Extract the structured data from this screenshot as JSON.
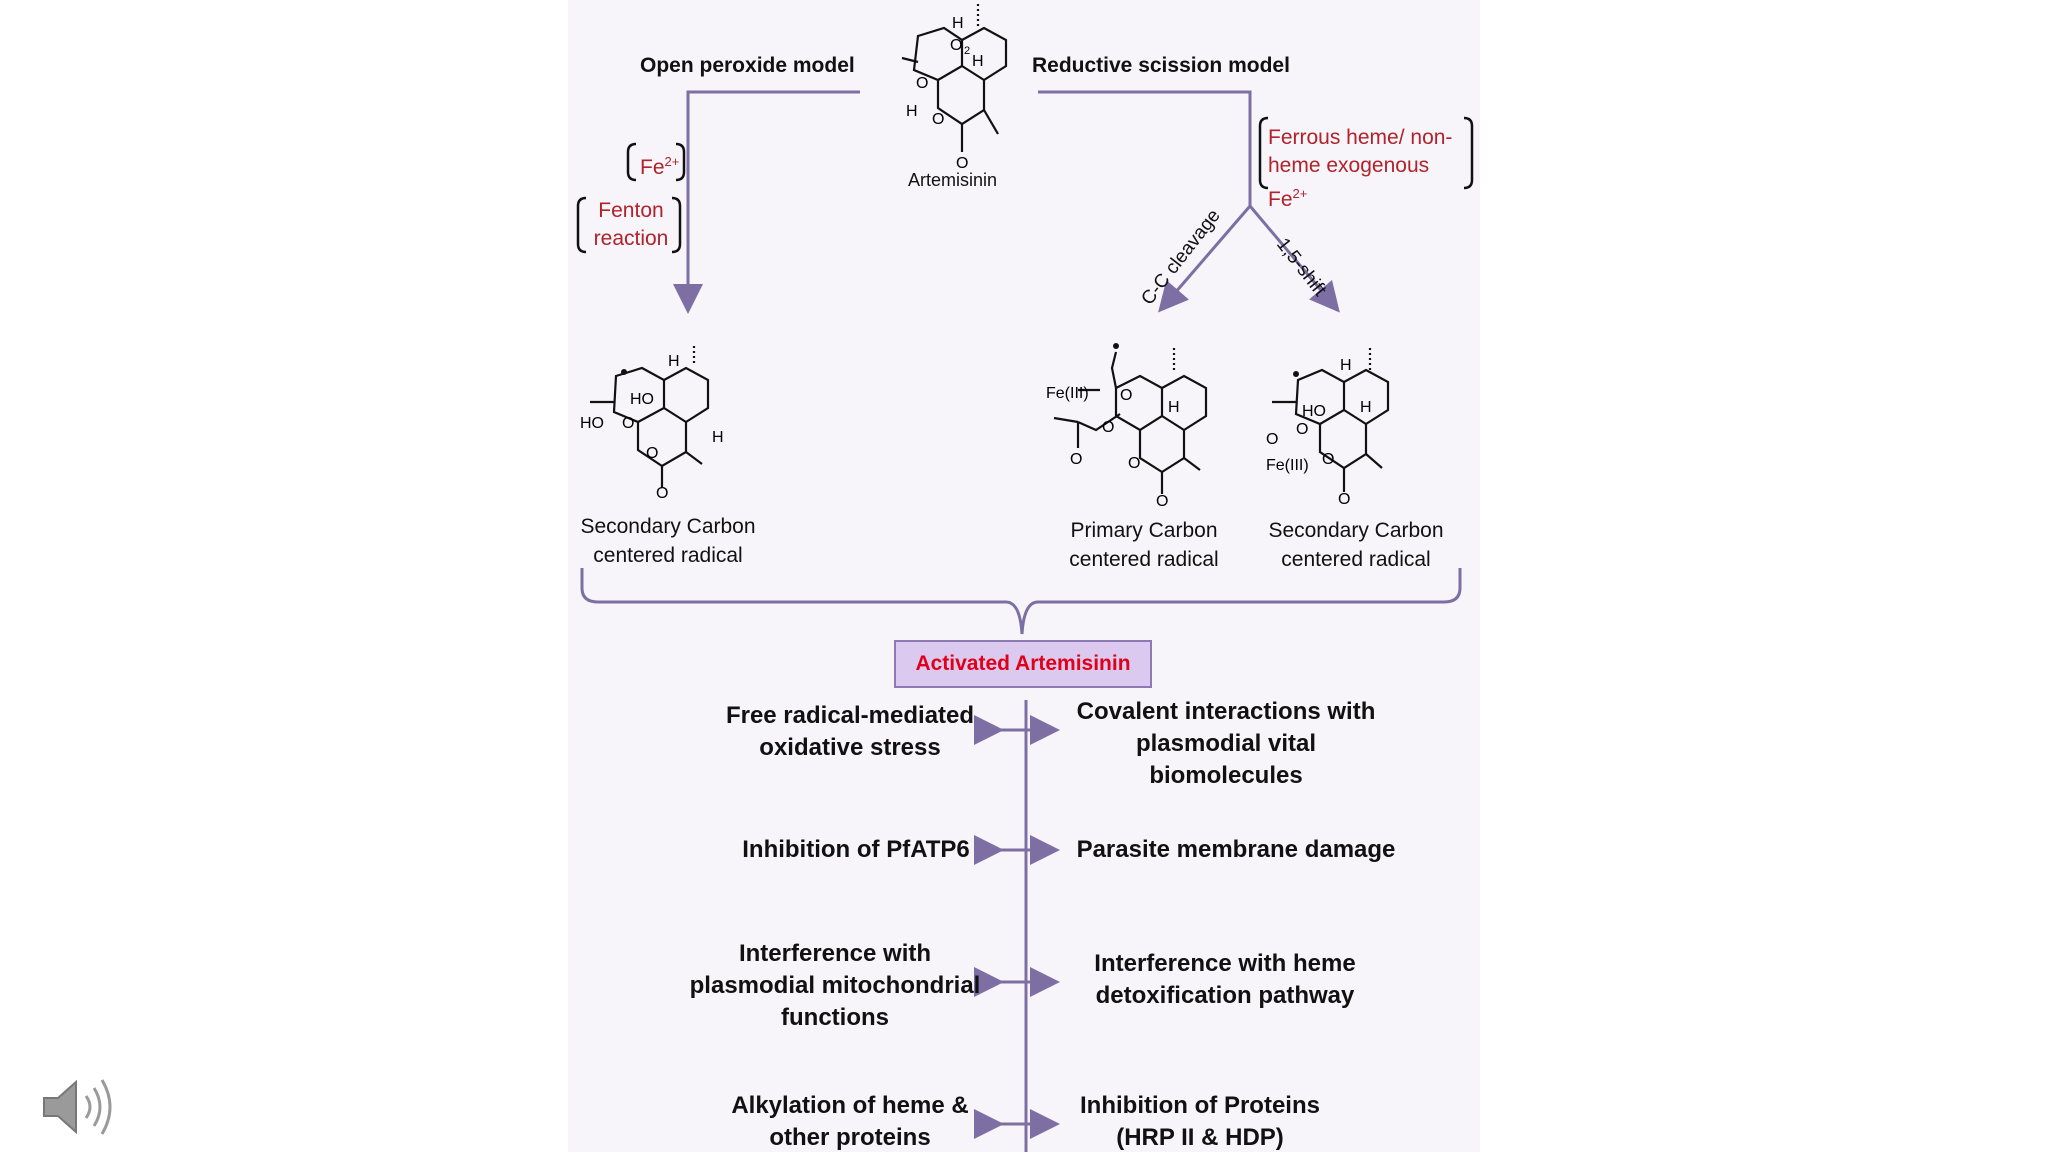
{
  "top": {
    "artemisinin_label": "Artemisinin",
    "open_model": "Open peroxide model",
    "reductive_model": "Reductive scission model"
  },
  "left_branch": {
    "fe_label": "Fe",
    "fe_charge": "2+",
    "fenton_line1": "Fenton",
    "fenton_line2": "reaction",
    "product_line1": "Secondary Carbon",
    "product_line2": "centered radical"
  },
  "right_branch": {
    "iron_line1": "Ferrous heme/ non-",
    "iron_line2": "heme exogenous Fe",
    "iron_charge": "2+",
    "path_cc": "C-C cleavage",
    "path_shift": "1,5-shift",
    "primary_line1": "Primary Carbon",
    "primary_line2": "centered radical",
    "secondary_line1": "Secondary Carbon",
    "secondary_line2": "centered radical"
  },
  "structure_atoms": {
    "o2": "O",
    "o2_sub": "2",
    "o": "O",
    "h": "H",
    "ho": "HO",
    "fe3": "Fe(III)"
  },
  "activated_label": "Activated  Artemisinin",
  "effects": [
    {
      "left1": "Free radical-mediated",
      "left2": "oxidative stress",
      "right1": "Covalent interactions with",
      "right2": "plasmodial vital biomolecules"
    },
    {
      "left1": "Inhibition of PfATP6",
      "right1": "Parasite membrane damage"
    },
    {
      "left1": "Interference with",
      "left2": "plasmodial mitochondrial",
      "left3": "functions",
      "right1": "Interference with heme",
      "right2": "detoxification pathway"
    },
    {
      "left1": "Alkylation of heme &",
      "left2": "other proteins",
      "right1": "Inhibition of Proteins",
      "right2": "(HRP II & HDP)"
    }
  ],
  "colors": {
    "arrow": "#7d6fa3",
    "red_text": "#b0232a",
    "activated_text": "#e0001a",
    "activated_fill": "#dcc9ef"
  },
  "icons": {
    "speaker": "speaker-icon"
  }
}
